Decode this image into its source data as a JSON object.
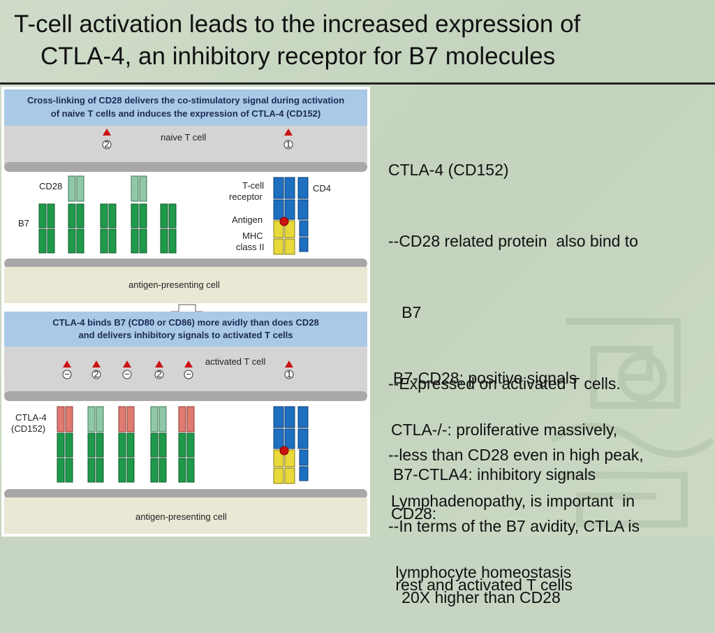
{
  "slide": {
    "title_line1": "T-cell activation leads to the increased expression of",
    "title_line2": "CTLA-4, an inhibitory receptor for B7 molecules"
  },
  "figure": {
    "panel_top": {
      "header_line1": "Cross-linking of CD28 delivers the co-stimulatory signal during activation",
      "header_line2": "of naive T cells and induces the expression of CTLA-4 (CD152)",
      "t_cell_label": "naive T cell",
      "apc_label": "antigen-presenting cell",
      "cd28": "CD28",
      "b7": "B7",
      "tcr_line1": "T-cell",
      "tcr_line2": "receptor",
      "cd4": "CD4",
      "antigen": "Antigen",
      "mhc_line1": "MHC",
      "mhc_line2": "class II",
      "signal_1": "1",
      "signal_2": "2"
    },
    "panel_bottom": {
      "header_line1": "CTLA-4 binds B7 (CD80 or CD86) more avidly than does CD28",
      "header_line2": "and delivers inhibitory signals to activated T cells",
      "t_cell_label": "activated T cell",
      "apc_label": "antigen-presenting cell",
      "ctla4_line1": "CTLA-4",
      "ctla4_line2": "(CD152)",
      "signals": [
        "−",
        "2",
        "−",
        "2",
        "−",
        "1"
      ]
    },
    "colors": {
      "b7": "#1f9a4a",
      "cd28": "#8fc7a8",
      "ctla4": "#e07a70",
      "tcr": "#1e6fc0",
      "mhc": "#e8d83a",
      "antigen": "#cc1111",
      "header": "#a9c9e6"
    }
  },
  "notes": {
    "block1": [
      "CTLA-4 (CD152)",
      "--CD28 related protein  also bind to",
      "   B7",
      "--Expressed on activated T cells.",
      "--less than CD28 even in high peak,",
      "--In terms of the B7 avidity, CTLA is",
      "   20X higher than CD28"
    ],
    "block2": [
      "B7-CD28: positive signals",
      "B7-CTLA4: inhibitory signals"
    ],
    "block3": [
      "CTLA-/-: proliferative massively,",
      "Lymphadenopathy, is important  in",
      " lymphocyte homeostasis"
    ],
    "block4": [
      "CD28:",
      " rest and activated T cells"
    ]
  }
}
